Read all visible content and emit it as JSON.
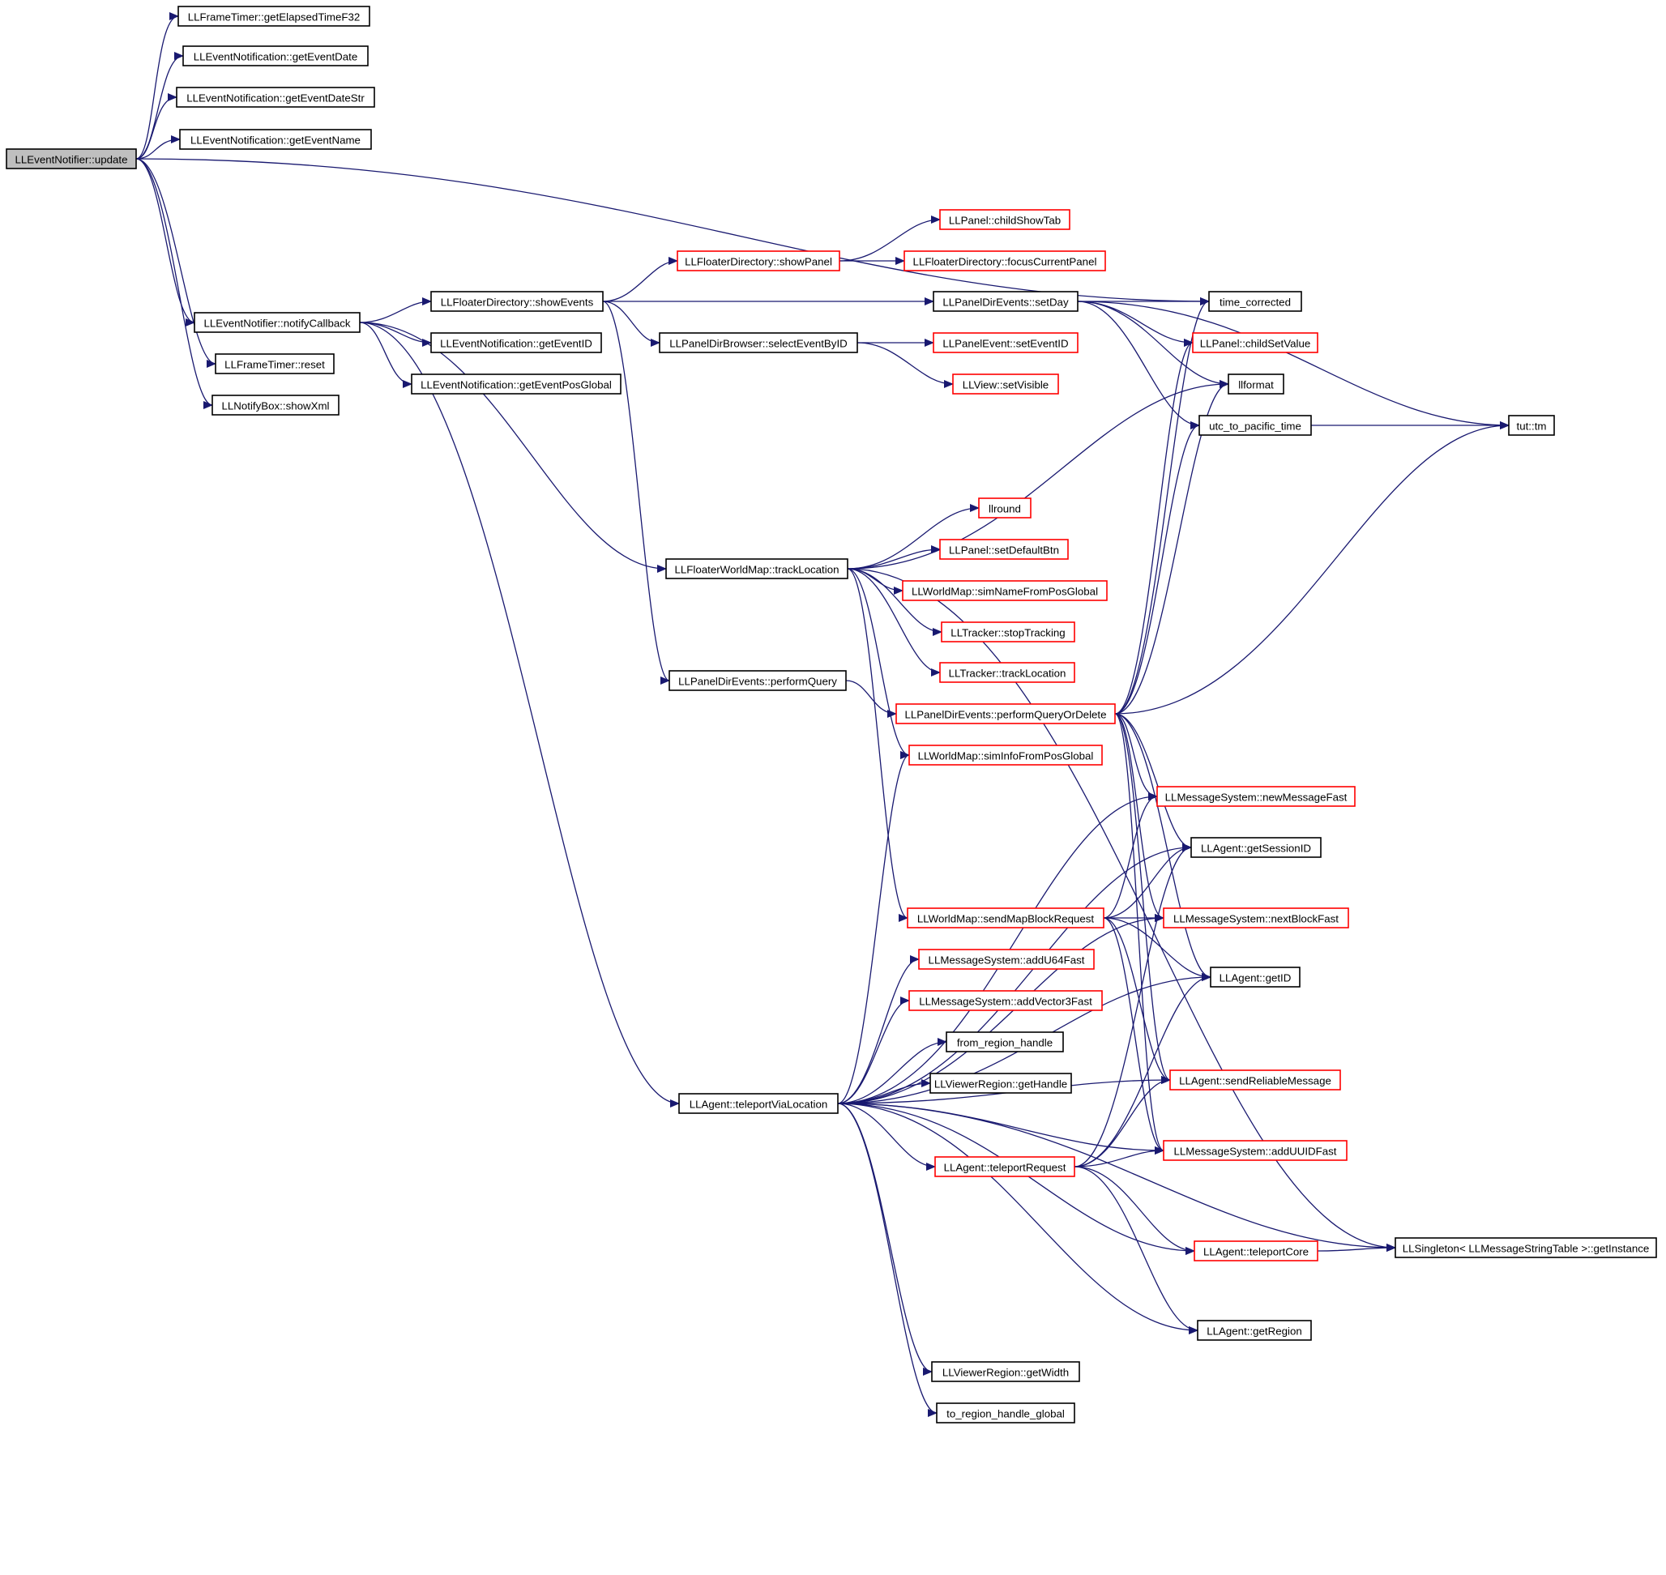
{
  "diagram": {
    "type": "call-graph",
    "root": "LLEventNotifier::update",
    "colors": {
      "edge": "#191970",
      "normal_border": "#000000",
      "truncated_border": "#ff0000",
      "root_fill": "#bfbfbf"
    },
    "nodes": [
      {
        "id": "update",
        "label": "LLEventNotifier::update",
        "style": "root"
      },
      {
        "id": "getElapsed",
        "label": "LLFrameTimer::getElapsedTimeF32",
        "style": "normal"
      },
      {
        "id": "getEventDate",
        "label": "LLEventNotification::getEventDate",
        "style": "normal"
      },
      {
        "id": "getEventDateStr",
        "label": "LLEventNotification::getEventDateStr",
        "style": "normal"
      },
      {
        "id": "getEventName",
        "label": "LLEventNotification::getEventName",
        "style": "normal"
      },
      {
        "id": "notifyCallback",
        "label": "LLEventNotifier::notifyCallback",
        "style": "normal"
      },
      {
        "id": "reset",
        "label": "LLFrameTimer::reset",
        "style": "normal"
      },
      {
        "id": "showXml",
        "label": "LLNotifyBox::showXml",
        "style": "normal"
      },
      {
        "id": "showEvents",
        "label": "LLFloaterDirectory::showEvents",
        "style": "normal"
      },
      {
        "id": "getEventID",
        "label": "LLEventNotification::getEventID",
        "style": "normal"
      },
      {
        "id": "getEventPosGlobal",
        "label": "LLEventNotification::getEventPosGlobal",
        "style": "normal"
      },
      {
        "id": "showPanel",
        "label": "LLFloaterDirectory::showPanel",
        "style": "truncated"
      },
      {
        "id": "childShowTab",
        "label": "LLPanel::childShowTab",
        "style": "truncated"
      },
      {
        "id": "focusCurrentPanel",
        "label": "LLFloaterDirectory::focusCurrentPanel",
        "style": "truncated"
      },
      {
        "id": "setDay",
        "label": "LLPanelDirEvents::setDay",
        "style": "normal"
      },
      {
        "id": "selectEventByID",
        "label": "LLPanelDirBrowser::selectEventByID",
        "style": "normal"
      },
      {
        "id": "setEventID",
        "label": "LLPanelEvent::setEventID",
        "style": "truncated"
      },
      {
        "id": "setVisible",
        "label": "LLView::setVisible",
        "style": "truncated"
      },
      {
        "id": "time_corrected",
        "label": "time_corrected",
        "style": "normal"
      },
      {
        "id": "childSetValue",
        "label": "LLPanel::childSetValue",
        "style": "truncated"
      },
      {
        "id": "llformat",
        "label": "llformat",
        "style": "normal"
      },
      {
        "id": "utc_to_pacific_time",
        "label": "utc_to_pacific_time",
        "style": "normal"
      },
      {
        "id": "tut_tm",
        "label": "tut::tm",
        "style": "normal"
      },
      {
        "id": "llround",
        "label": "llround",
        "style": "truncated"
      },
      {
        "id": "trackLocation",
        "label": "LLFloaterWorldMap::trackLocation",
        "style": "normal"
      },
      {
        "id": "setDefaultBtn",
        "label": "LLPanel::setDefaultBtn",
        "style": "truncated"
      },
      {
        "id": "simNameFromPosGlobal",
        "label": "LLWorldMap::simNameFromPosGlobal",
        "style": "truncated"
      },
      {
        "id": "stopTracking",
        "label": "LLTracker::stopTracking",
        "style": "truncated"
      },
      {
        "id": "trackerTrackLocation",
        "label": "LLTracker::trackLocation",
        "style": "truncated"
      },
      {
        "id": "performQuery",
        "label": "LLPanelDirEvents::performQuery",
        "style": "normal"
      },
      {
        "id": "performQueryOrDelete",
        "label": "LLPanelDirEvents::performQueryOrDelete",
        "style": "truncated"
      },
      {
        "id": "simInfoFromPosGlobal",
        "label": "LLWorldMap::simInfoFromPosGlobal",
        "style": "truncated"
      },
      {
        "id": "newMessageFast",
        "label": "LLMessageSystem::newMessageFast",
        "style": "truncated"
      },
      {
        "id": "getSessionID",
        "label": "LLAgent::getSessionID",
        "style": "normal"
      },
      {
        "id": "sendMapBlockRequest",
        "label": "LLWorldMap::sendMapBlockRequest",
        "style": "truncated"
      },
      {
        "id": "nextBlockFast",
        "label": "LLMessageSystem::nextBlockFast",
        "style": "truncated"
      },
      {
        "id": "addU64Fast",
        "label": "LLMessageSystem::addU64Fast",
        "style": "truncated"
      },
      {
        "id": "getID",
        "label": "LLAgent::getID",
        "style": "normal"
      },
      {
        "id": "addVector3Fast",
        "label": "LLMessageSystem::addVector3Fast",
        "style": "truncated"
      },
      {
        "id": "from_region_handle",
        "label": "from_region_handle",
        "style": "normal"
      },
      {
        "id": "sendReliableMessage",
        "label": "LLAgent::sendReliableMessage",
        "style": "truncated"
      },
      {
        "id": "getHandle",
        "label": "LLViewerRegion::getHandle",
        "style": "normal"
      },
      {
        "id": "teleportViaLocation",
        "label": "LLAgent::teleportViaLocation",
        "style": "normal"
      },
      {
        "id": "addUUIDFast",
        "label": "LLMessageSystem::addUUIDFast",
        "style": "truncated"
      },
      {
        "id": "teleportRequest",
        "label": "LLAgent::teleportRequest",
        "style": "truncated"
      },
      {
        "id": "teleportCore",
        "label": "LLAgent::teleportCore",
        "style": "truncated"
      },
      {
        "id": "getInstance",
        "label": "LLSingleton< LLMessageStringTable >::getInstance",
        "style": "normal"
      },
      {
        "id": "getRegion",
        "label": "LLAgent::getRegion",
        "style": "normal"
      },
      {
        "id": "getWidth",
        "label": "LLViewerRegion::getWidth",
        "style": "normal"
      },
      {
        "id": "to_region_handle_global",
        "label": "to_region_handle_global",
        "style": "normal"
      }
    ],
    "edges": [
      [
        "update",
        "getElapsed"
      ],
      [
        "update",
        "getEventDate"
      ],
      [
        "update",
        "getEventDateStr"
      ],
      [
        "update",
        "getEventName"
      ],
      [
        "update",
        "time_corrected"
      ],
      [
        "update",
        "notifyCallback"
      ],
      [
        "update",
        "reset"
      ],
      [
        "update",
        "showXml"
      ],
      [
        "notifyCallback",
        "showEvents"
      ],
      [
        "notifyCallback",
        "getEventID"
      ],
      [
        "notifyCallback",
        "getEventPosGlobal"
      ],
      [
        "notifyCallback",
        "trackLocation"
      ],
      [
        "notifyCallback",
        "teleportViaLocation"
      ],
      [
        "showEvents",
        "showPanel"
      ],
      [
        "showEvents",
        "setDay"
      ],
      [
        "showEvents",
        "selectEventByID"
      ],
      [
        "showEvents",
        "performQuery"
      ],
      [
        "showPanel",
        "childShowTab"
      ],
      [
        "showPanel",
        "focusCurrentPanel"
      ],
      [
        "selectEventByID",
        "setEventID"
      ],
      [
        "selectEventByID",
        "setVisible"
      ],
      [
        "setDay",
        "time_corrected"
      ],
      [
        "setDay",
        "childSetValue"
      ],
      [
        "setDay",
        "llformat"
      ],
      [
        "setDay",
        "utc_to_pacific_time"
      ],
      [
        "setDay",
        "tut_tm"
      ],
      [
        "utc_to_pacific_time",
        "tut_tm"
      ],
      [
        "trackLocation",
        "llformat"
      ],
      [
        "trackLocation",
        "llround"
      ],
      [
        "trackLocation",
        "setDefaultBtn"
      ],
      [
        "trackLocation",
        "simNameFromPosGlobal"
      ],
      [
        "trackLocation",
        "stopTracking"
      ],
      [
        "trackLocation",
        "trackerTrackLocation"
      ],
      [
        "trackLocation",
        "simInfoFromPosGlobal"
      ],
      [
        "trackLocation",
        "sendMapBlockRequest"
      ],
      [
        "trackLocation",
        "getInstance"
      ],
      [
        "performQuery",
        "performQueryOrDelete"
      ],
      [
        "performQueryOrDelete",
        "time_corrected"
      ],
      [
        "performQueryOrDelete",
        "childSetValue"
      ],
      [
        "performQueryOrDelete",
        "llformat"
      ],
      [
        "performQueryOrDelete",
        "utc_to_pacific_time"
      ],
      [
        "performQueryOrDelete",
        "tut_tm"
      ],
      [
        "performQueryOrDelete",
        "newMessageFast"
      ],
      [
        "performQueryOrDelete",
        "getSessionID"
      ],
      [
        "performQueryOrDelete",
        "nextBlockFast"
      ],
      [
        "performQueryOrDelete",
        "getID"
      ],
      [
        "performQueryOrDelete",
        "sendReliableMessage"
      ],
      [
        "performQueryOrDelete",
        "addUUIDFast"
      ],
      [
        "sendMapBlockRequest",
        "newMessageFast"
      ],
      [
        "sendMapBlockRequest",
        "getSessionID"
      ],
      [
        "sendMapBlockRequest",
        "nextBlockFast"
      ],
      [
        "sendMapBlockRequest",
        "getID"
      ],
      [
        "sendMapBlockRequest",
        "sendReliableMessage"
      ],
      [
        "sendMapBlockRequest",
        "addUUIDFast"
      ],
      [
        "teleportViaLocation",
        "simInfoFromPosGlobal"
      ],
      [
        "teleportViaLocation",
        "newMessageFast"
      ],
      [
        "teleportViaLocation",
        "getSessionID"
      ],
      [
        "teleportViaLocation",
        "nextBlockFast"
      ],
      [
        "teleportViaLocation",
        "addU64Fast"
      ],
      [
        "teleportViaLocation",
        "addVector3Fast"
      ],
      [
        "teleportViaLocation",
        "from_region_handle"
      ],
      [
        "teleportViaLocation",
        "getHandle"
      ],
      [
        "teleportViaLocation",
        "getID"
      ],
      [
        "teleportViaLocation",
        "sendReliableMessage"
      ],
      [
        "teleportViaLocation",
        "addUUIDFast"
      ],
      [
        "teleportViaLocation",
        "teleportRequest"
      ],
      [
        "teleportViaLocation",
        "teleportCore"
      ],
      [
        "teleportViaLocation",
        "getRegion"
      ],
      [
        "teleportViaLocation",
        "getWidth"
      ],
      [
        "teleportViaLocation",
        "to_region_handle_global"
      ],
      [
        "teleportViaLocation",
        "getInstance"
      ],
      [
        "teleportRequest",
        "getSessionID"
      ],
      [
        "teleportRequest",
        "getID"
      ],
      [
        "teleportRequest",
        "sendReliableMessage"
      ],
      [
        "teleportRequest",
        "addUUIDFast"
      ],
      [
        "teleportRequest",
        "teleportCore"
      ],
      [
        "teleportRequest",
        "getRegion"
      ],
      [
        "teleportCore",
        "getInstance"
      ]
    ]
  }
}
